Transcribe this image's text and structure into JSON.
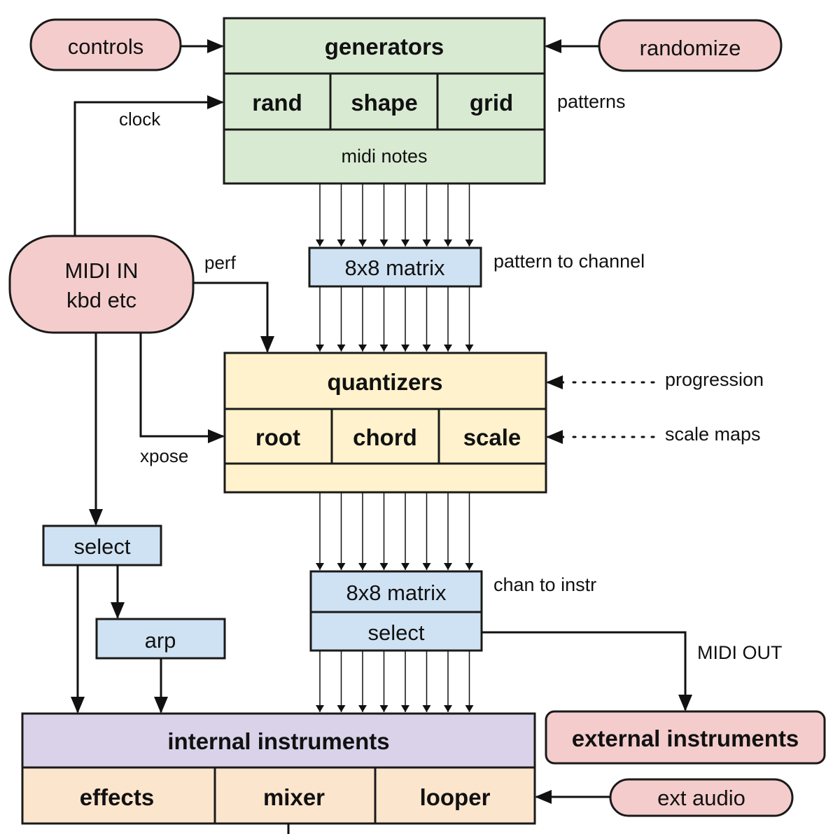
{
  "colors": {
    "pill": "#f4cccc",
    "generators": "#d9ead3",
    "quantizers": "#fff2cc",
    "matrix": "#cfe2f3",
    "internal": "#d9d2e9",
    "audio_row": "#fce5cd",
    "stroke": "#1a1a1a"
  },
  "inputs": {
    "controls": "controls",
    "randomize": "randomize",
    "midi_in_line1": "MIDI IN",
    "midi_in_line2": "kbd etc",
    "ext_audio": "ext audio"
  },
  "generators": {
    "title": "generators",
    "cells": [
      "rand",
      "shape",
      "grid"
    ],
    "footer": "midi notes",
    "side_label": "patterns"
  },
  "matrix1": {
    "label": "8x8 matrix",
    "side_label": "pattern to channel"
  },
  "quantizers": {
    "title": "quantizers",
    "cells": [
      "root",
      "chord",
      "scale"
    ],
    "footer": ""
  },
  "matrix2": {
    "label": "8x8 matrix",
    "sub_label": "select",
    "side_label": "chan to instr"
  },
  "left_chain": {
    "select": "select",
    "arp": "arp"
  },
  "internal": {
    "title": "internal instruments",
    "cells": [
      "effects",
      "mixer",
      "looper"
    ]
  },
  "external": {
    "title": "external instruments"
  },
  "edge_labels": {
    "clock": "clock",
    "perf": "perf",
    "xpose": "xpose",
    "progression": "progression",
    "scale_maps": "scale maps",
    "midi_out": "MIDI OUT"
  },
  "channel_count": 8
}
